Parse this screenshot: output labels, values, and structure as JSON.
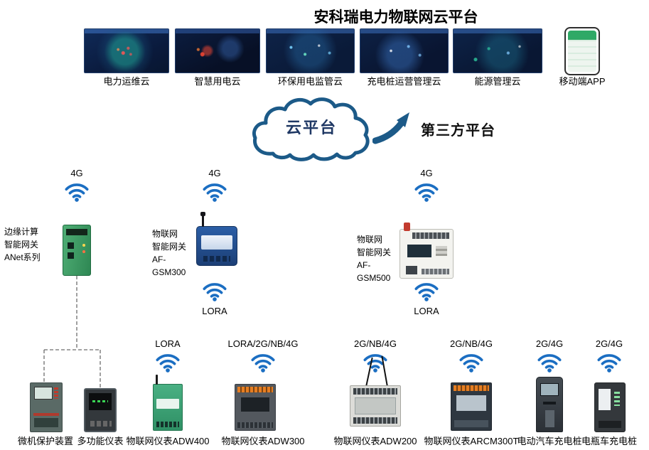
{
  "title": "安科瑞电力物联网云平台",
  "colors": {
    "wifi_blue": "#1b6ec2",
    "cloud_stroke": "#1c5a88"
  },
  "icons": {
    "wifi": "wifi-signal",
    "cloud": "cloud-outline",
    "arrow": "curved-arrow-up-right"
  },
  "top_clouds": [
    {
      "label": "电力运维云"
    },
    {
      "label": "智慧用电云"
    },
    {
      "label": "环保用电监管云"
    },
    {
      "label": "充电桩运营管理云"
    },
    {
      "label": "能源管理云"
    },
    {
      "label": "移动端APP"
    }
  ],
  "hub": {
    "cloud_label": "云平台",
    "third_party_label": "第三方平台"
  },
  "gateways": [
    {
      "uplink": "4G",
      "name_lines": "边缘计算\n智能网关\nANet系列"
    },
    {
      "uplink": "4G",
      "name_lines": "物联网\n智能网关\nAF-GSM300",
      "downlink": "LORA"
    },
    {
      "uplink": "4G",
      "name_lines": "物联网\n智能网关\nAF-GSM500",
      "downlink": "LORA"
    }
  ],
  "end_devices": [
    {
      "label": "微机保护装置"
    },
    {
      "label": "多功能仪表"
    },
    {
      "label": "物联网仪表ADW400",
      "link": "LORA"
    },
    {
      "label": "物联网仪表ADW300",
      "link": "LORA/2G/NB/4G"
    },
    {
      "label": "物联网仪表ADW200",
      "link": "2G/NB/4G"
    },
    {
      "label": "物联网仪表ARCM300T",
      "link": "2G/NB/4G"
    },
    {
      "label": "电动汽车充电桩",
      "link": "2G/4G"
    },
    {
      "label": "电瓶车充电桩",
      "link": "2G/4G"
    }
  ]
}
